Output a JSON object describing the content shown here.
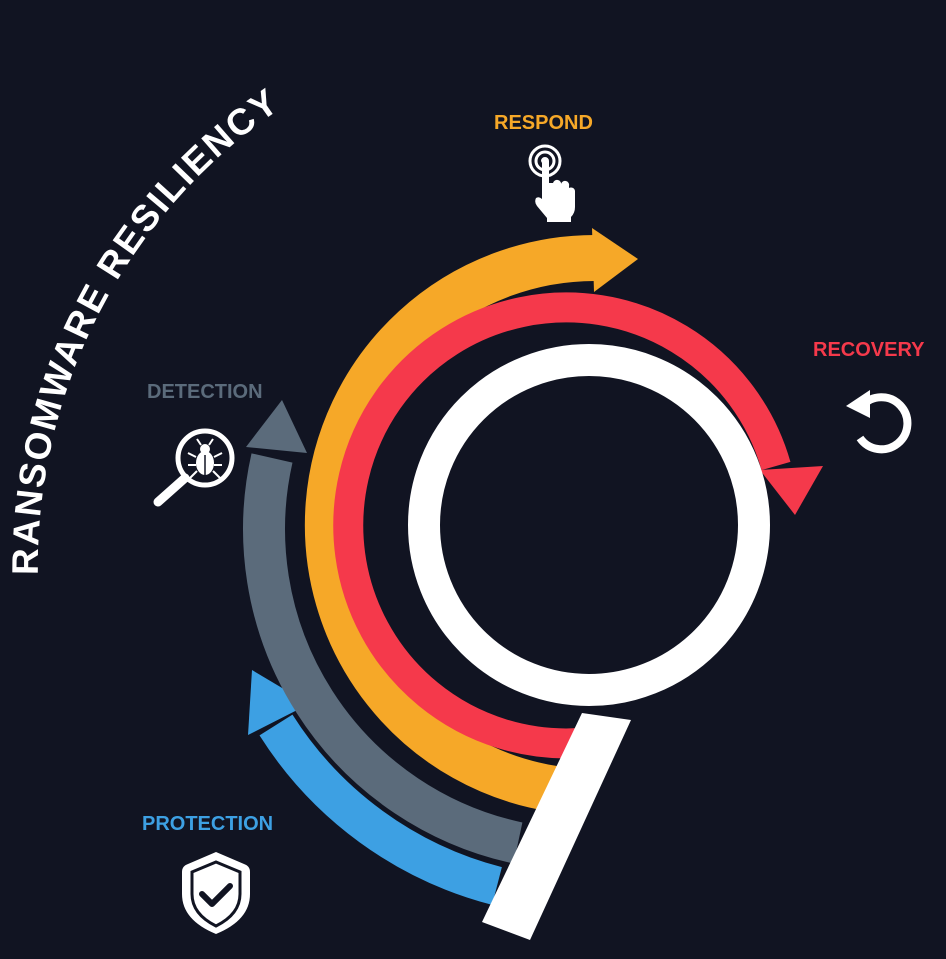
{
  "title": "RANSOMWARE RESILIENCY",
  "background": "#111422",
  "stages": [
    {
      "id": "protection",
      "label": "PROTECTION",
      "color": "#3DA0E3",
      "icon": "shield-check-icon"
    },
    {
      "id": "detection",
      "label": "DETECTION",
      "color": "#5B6B7B",
      "icon": "magnifier-bug-icon"
    },
    {
      "id": "respond",
      "label": "RESPOND",
      "color": "#F6A828",
      "icon": "hand-touch-icon"
    },
    {
      "id": "recovery",
      "label": "RECOVERY",
      "color": "#F5394B",
      "icon": "refresh-arrow-icon"
    }
  ],
  "center": {
    "ring_color": "#FFFFFF",
    "shape": "magnifying-glass"
  }
}
